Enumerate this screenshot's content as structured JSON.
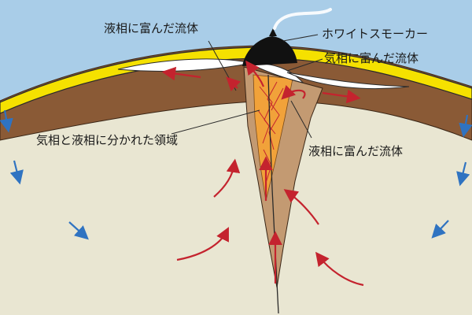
{
  "labels": {
    "liquid_rich_top": "液相に富んだ流体",
    "white_smoker": "ホワイトスモーカー",
    "vapor_rich": "気相に富んだ流体",
    "phase_separation_zone": "気相と液相に分かれた領域",
    "liquid_rich_right": "液相に富んだ流体"
  },
  "colors": {
    "seawater": "#a9cde8",
    "seafloor_sediment": "#f5e100",
    "crust": "#8a5a36",
    "mantle": "#e9e6d2",
    "upflow_zone": "#c39a72",
    "phase_separation": "#f1a23a",
    "vapor_fluid": "#ffffff",
    "smoker_chimney": "#111111",
    "hot_flow_arrow": "#c4232e",
    "cold_flow_arrow": "#2f73c1"
  }
}
